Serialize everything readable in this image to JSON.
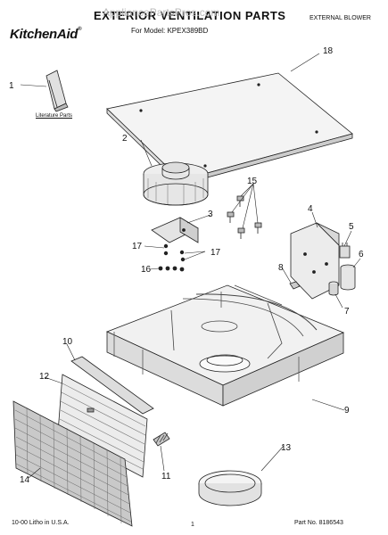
{
  "header": {
    "title": "EXTERIOR VENTILATION PARTS",
    "model_line": "For Model: KPEX389BD",
    "section": "EXTERNAL BLOWER",
    "brand": "KitchenAid",
    "brand_mark": "®"
  },
  "watermark": "AppliancePartsPros.com",
  "labels": {
    "literature_parts": "Literature Parts"
  },
  "callouts": [
    "1",
    "2",
    "3",
    "4",
    "5",
    "6",
    "7",
    "8",
    "9",
    "10",
    "11",
    "12",
    "13",
    "14",
    "15",
    "16",
    "17",
    "18"
  ],
  "footer": {
    "left": "10-00 Litho in U.S.A.",
    "page": "1",
    "part_number": "Part No. 8186543"
  }
}
